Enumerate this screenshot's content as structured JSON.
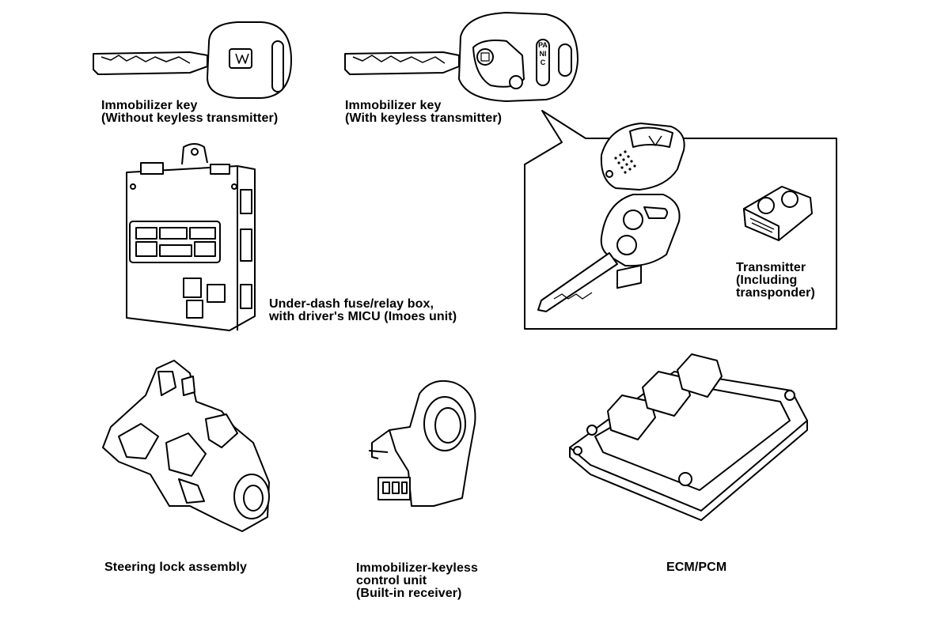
{
  "labels": {
    "key_plain": "Immobilizer key\n(Without keyless transmitter)",
    "key_remote": "Immobilizer key\n(With keyless transmitter)",
    "fuse_box": "Under-dash fuse/relay box,\nwith driver's MICU (Imoes unit)",
    "transmitter": "Transmitter\n(Including\ntransponder)",
    "steering_lock": "Steering lock assembly",
    "control_unit": "Immobilizer-keyless\ncontrol unit\n(Built-in receiver)",
    "ecm": "ECM/PCM"
  },
  "key_button_text": "PANIC",
  "colors": {
    "line": "#000000",
    "fill": "#ffffff"
  }
}
